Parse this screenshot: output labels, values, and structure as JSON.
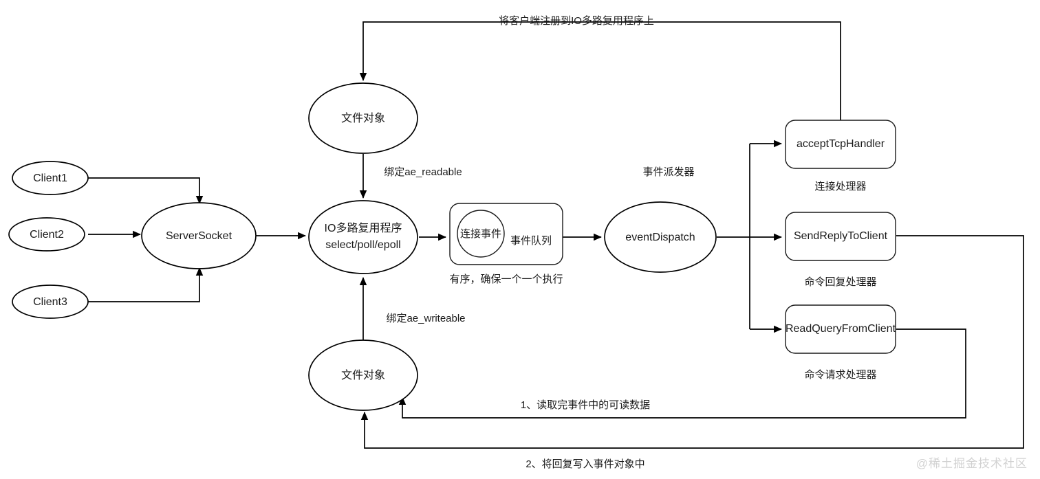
{
  "diagram": {
    "title": "Redis IO multiplexing event loop",
    "watermark": "@稀土掘金技术社区",
    "stroke_color": "#000000",
    "background_color": "#ffffff"
  },
  "nodes": {
    "client1": "Client1",
    "client2": "Client2",
    "client3": "Client3",
    "server_socket": "ServerSocket",
    "file_object_top": "文件对象",
    "file_object_bottom": "文件对象",
    "io_multiplex_line1": "IO多路复用程序",
    "io_multiplex_line2": "select/poll/epoll",
    "event_circle": "连接事件",
    "event_queue": "事件队列",
    "event_dispatch": "eventDispatch",
    "accept_tcp_handler": "acceptTcpHandler",
    "send_reply_to_client": "SendReplyToClient",
    "read_query_from_client": "ReadQueryFromClient"
  },
  "captions": {
    "event_dispatcher": "事件派发器",
    "queue_note": "有序，确保一个一个执行",
    "accept_handler_role": "连接处理器",
    "send_reply_role": "命令回复处理器",
    "read_query_role": "命令请求处理器"
  },
  "edge_labels": {
    "register_client": "将客户端注册到IO多路复用程序上",
    "bind_readable": "绑定ae_readable",
    "bind_writeable": "绑定ae_writeable",
    "step1": "1、读取完事件中的可读数据",
    "step2": "2、将回复写入事件对象中"
  }
}
